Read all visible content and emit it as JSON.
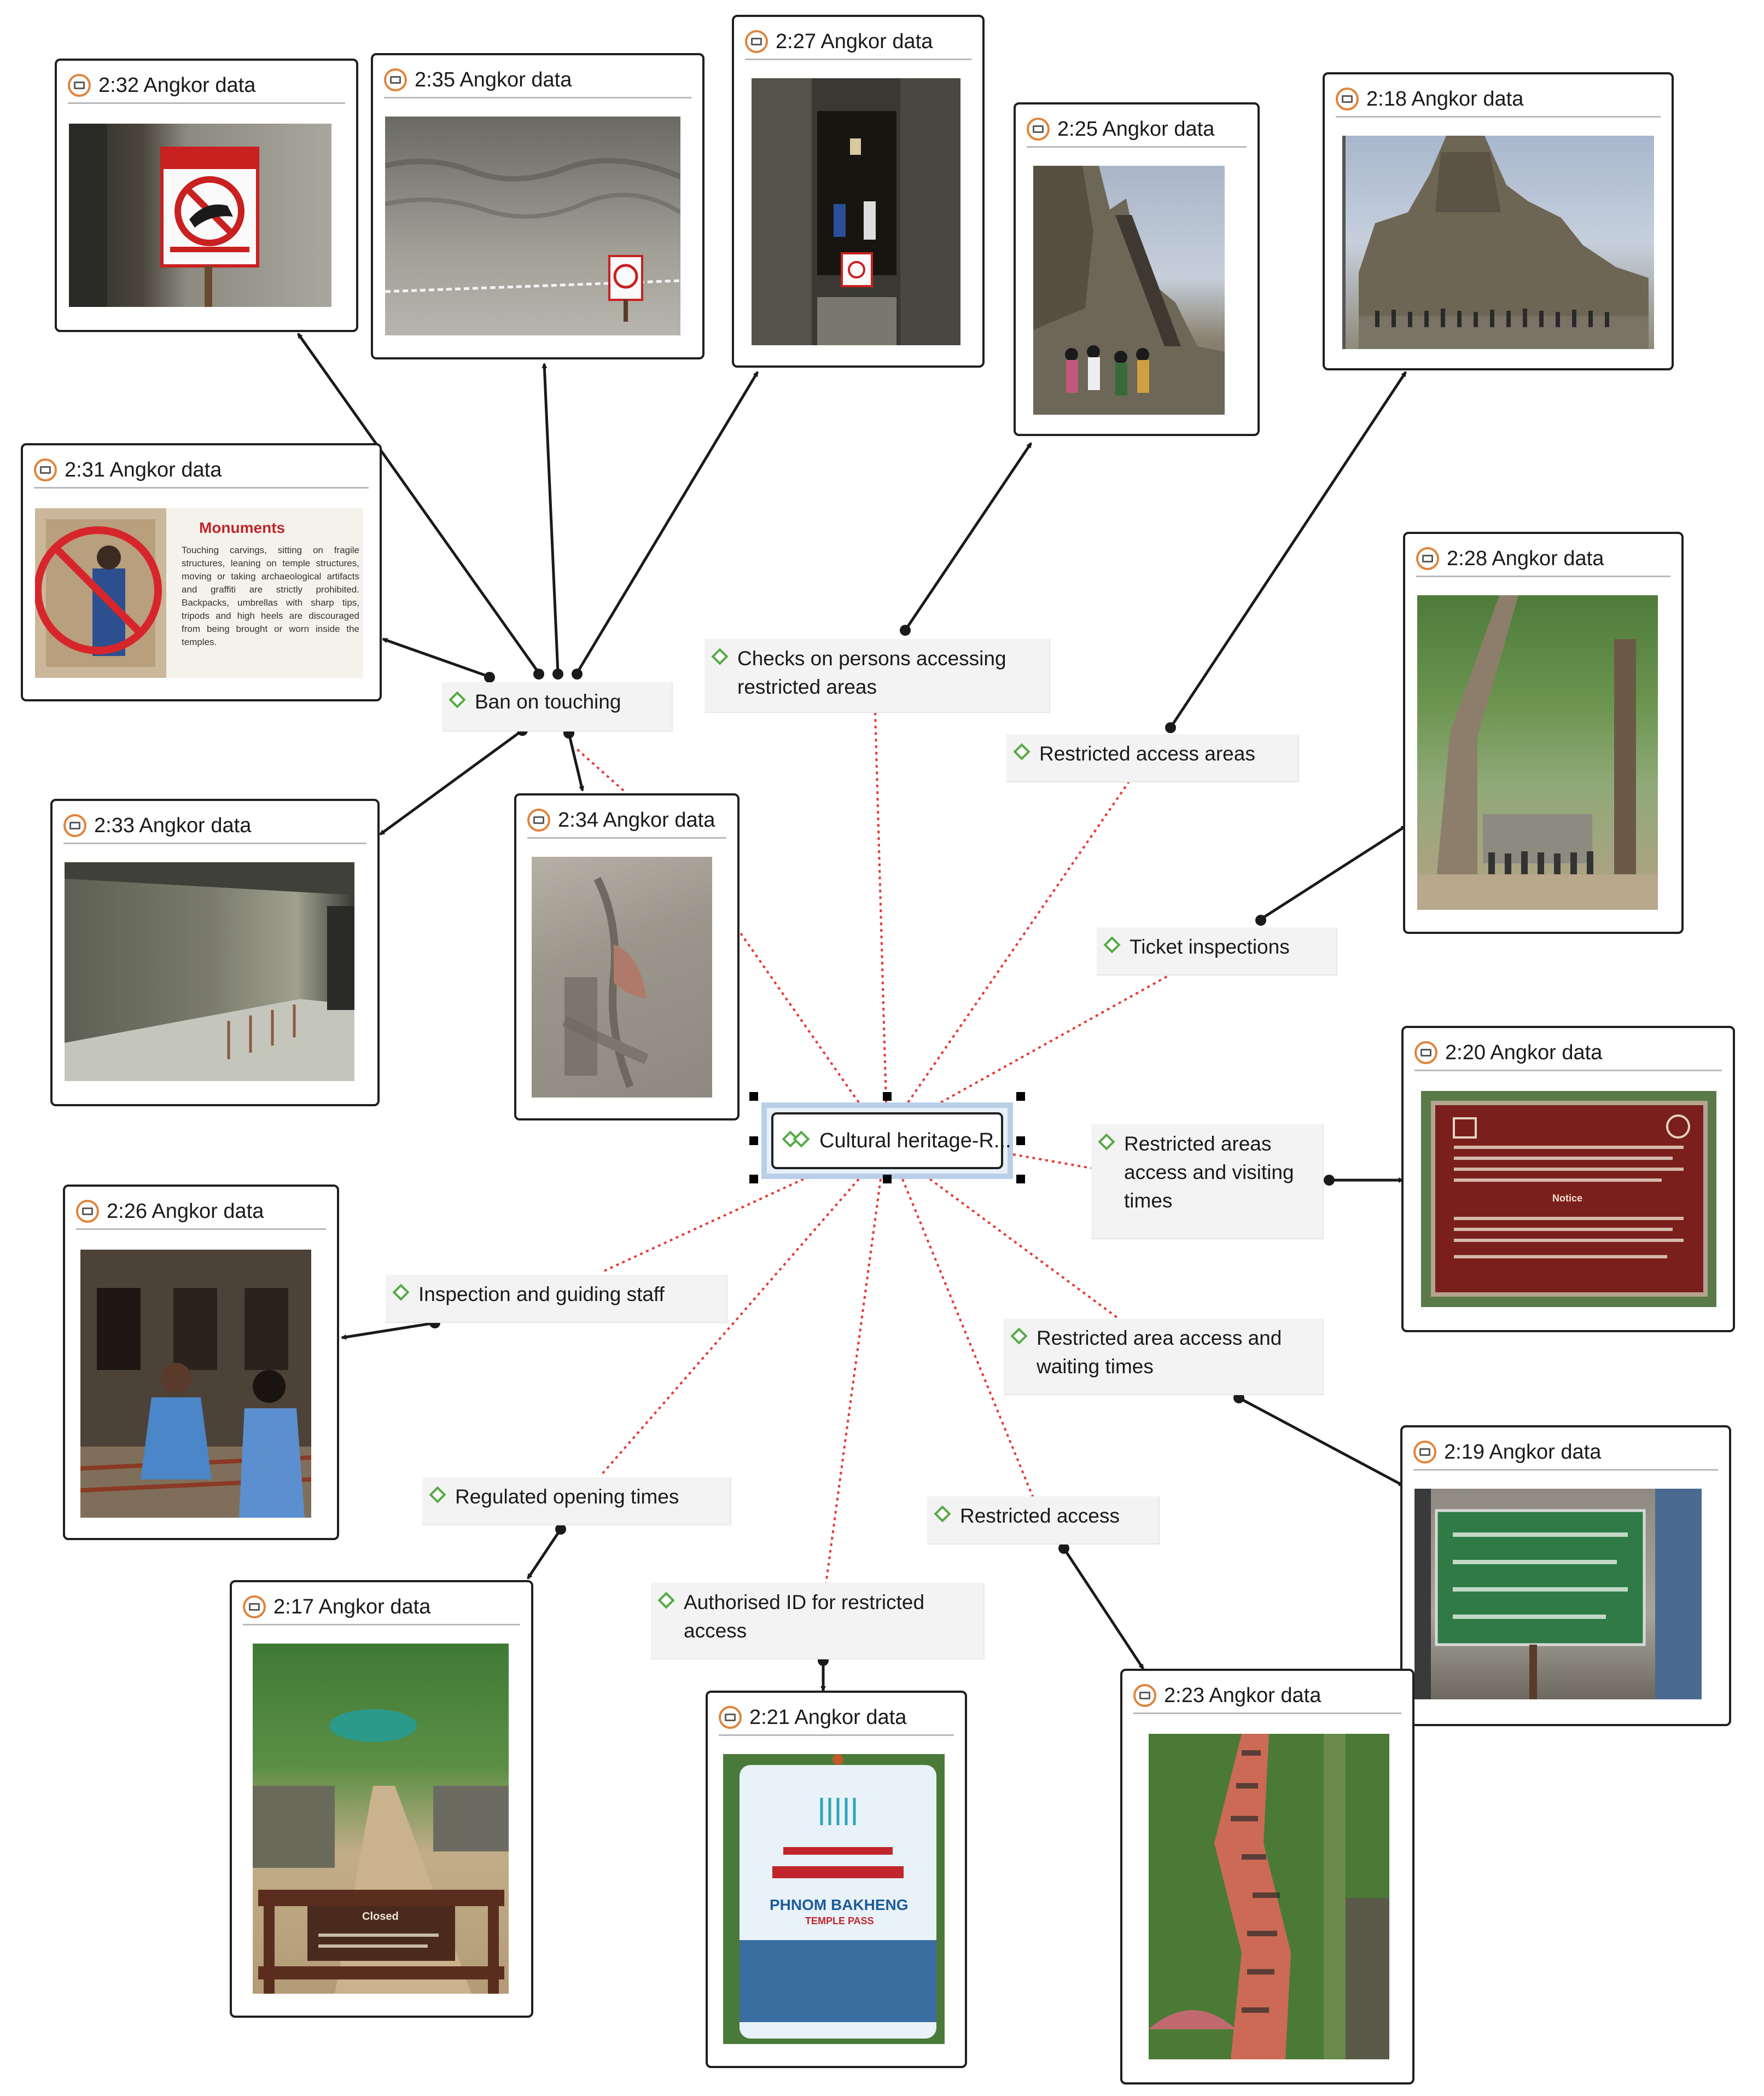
{
  "center": {
    "label": "Cultural heritage-R..."
  },
  "documents": {
    "d232": "2:32 Angkor data",
    "d235": "2:35 Angkor data",
    "d227": "2:27 Angkor data",
    "d225": "2:25 Angkor data",
    "d218": "2:18 Angkor data",
    "d231": "2:31 Angkor data",
    "d228": "2:28 Angkor data",
    "d233": "2:33 Angkor data",
    "d234": "2:34 Angkor data",
    "d220": "2:20 Angkor data",
    "d226": "2:26 Angkor data",
    "d219": "2:19 Angkor data",
    "d217": "2:17 Angkor data",
    "d221": "2:21 Angkor data",
    "d223": "2:23 Angkor data"
  },
  "codes": {
    "ban": "Ban on touching",
    "checks": "Checks on persons accessing restricted areas",
    "restricted_areas": "Restricted access areas",
    "ticket": "Ticket inspections",
    "visiting": "Restricted areas access and visiting times",
    "waiting": "Restricted area access and waiting times",
    "inspection": "Inspection and guiding staff",
    "opening": "Regulated opening times",
    "restricted": "Restricted access",
    "authorised": "Authorised ID for restricted access"
  },
  "photo_texts": {
    "monuments_heading": "Monuments",
    "monuments_body": "Touching carvings, sitting on fragile structures, leaning on temple structures, moving or taking archaeological artifacts and graffiti are strictly prohibited. Backpacks, umbrellas with sharp tips, tripods and high heels are discouraged from being brought or worn inside the temples.",
    "closed_sign": "Closed",
    "notice_sign": "Notice",
    "pass_name": "PHNOM BAKHENG",
    "pass_sub": "TEMPLE PASS"
  },
  "colors": {
    "connector_black": "#1a1a1a",
    "connector_red_dotted": "#e53935",
    "code_icon": "#55aa44",
    "doc_icon": "#e0843a",
    "selection": "#b9cfe8"
  }
}
